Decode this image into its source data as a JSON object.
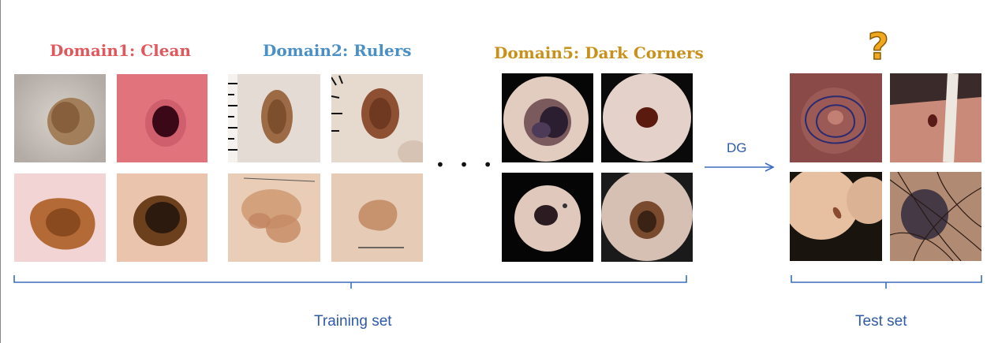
{
  "domains": [
    {
      "title": "Domain1: Clean",
      "color": "#e0575c"
    },
    {
      "title": "Domain2: Rulers",
      "color": "#4a90c4"
    },
    {
      "title": "Domain5: Dark Corners",
      "color": "#c9901a"
    }
  ],
  "ellipsis": "• • •",
  "arrow_label": "DG",
  "question_mark": "?",
  "captions": {
    "training": "Training set",
    "test": "Test set"
  },
  "colors": {
    "accent_blue": "#2f5aa8",
    "question_fill": "#f0a81f"
  }
}
